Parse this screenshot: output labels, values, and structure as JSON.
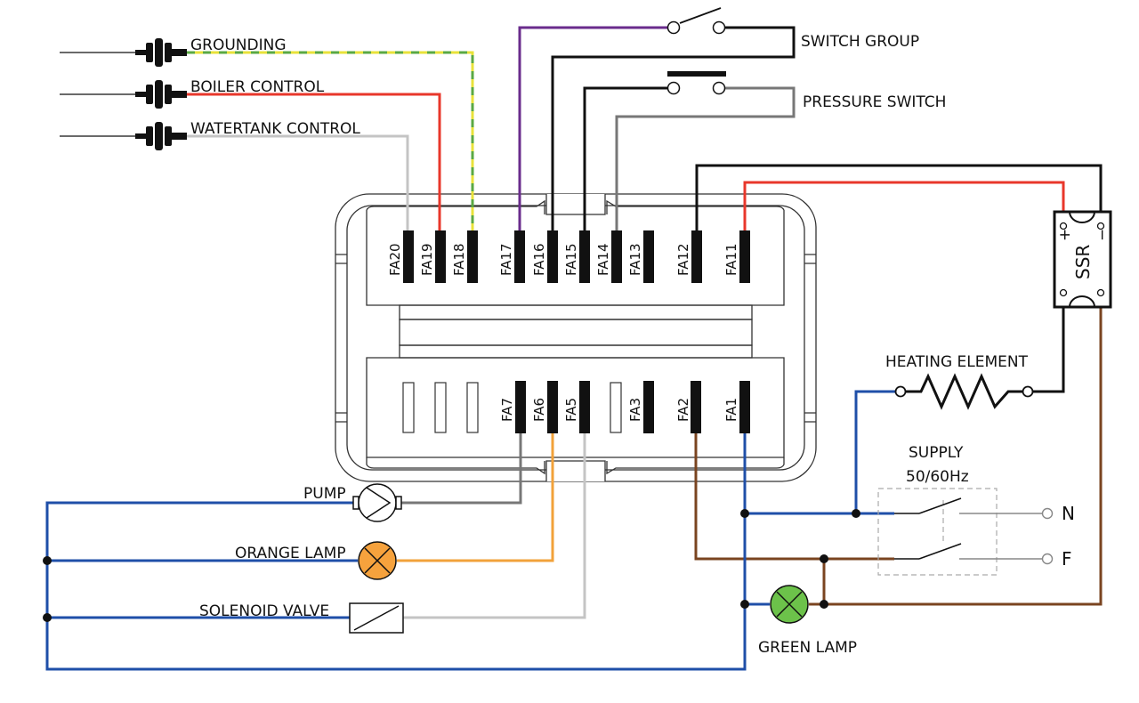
{
  "labels": {
    "grounding": "GROUNDING",
    "boiler_control": "BOILER CONTROL",
    "watertank_control": "WATERTANK CONTROL",
    "switch_group": "SWITCH GROUP",
    "pressure_switch": "PRESSURE SWITCH",
    "heating_element": "HEATING ELEMENT",
    "supply": "SUPPLY",
    "supply_freq": "50/60Hz",
    "neutral": "N",
    "phase": "F",
    "pump": "PUMP",
    "orange_lamp": "ORANGE LAMP",
    "solenoid_valve": "SOLENOID VALVE",
    "green_lamp": "GREEN LAMP",
    "ssr": "SSR",
    "ssr_plus": "+",
    "ssr_minus": "−"
  },
  "pins_top": [
    "FA20",
    "FA19",
    "FA18",
    "FA17",
    "FA16",
    "FA15",
    "FA14",
    "FA13",
    "FA12",
    "FA11"
  ],
  "pins_bottom": [
    "FA7",
    "FA6",
    "FA5",
    "FA3",
    "FA2",
    "FA1"
  ],
  "colors": {
    "blue": "#1f4fa8",
    "red": "#e8372b",
    "purple": "#6a2c8c",
    "black": "#111111",
    "gray": "#777777",
    "lightgray": "#c4c4c4",
    "brown": "#7a4420",
    "orange": "#f2a23a",
    "yellow": "#e8e23a",
    "green": "#5aa843",
    "green_lamp": "#6cc24a",
    "orange_lamp": "#f6a23d"
  }
}
